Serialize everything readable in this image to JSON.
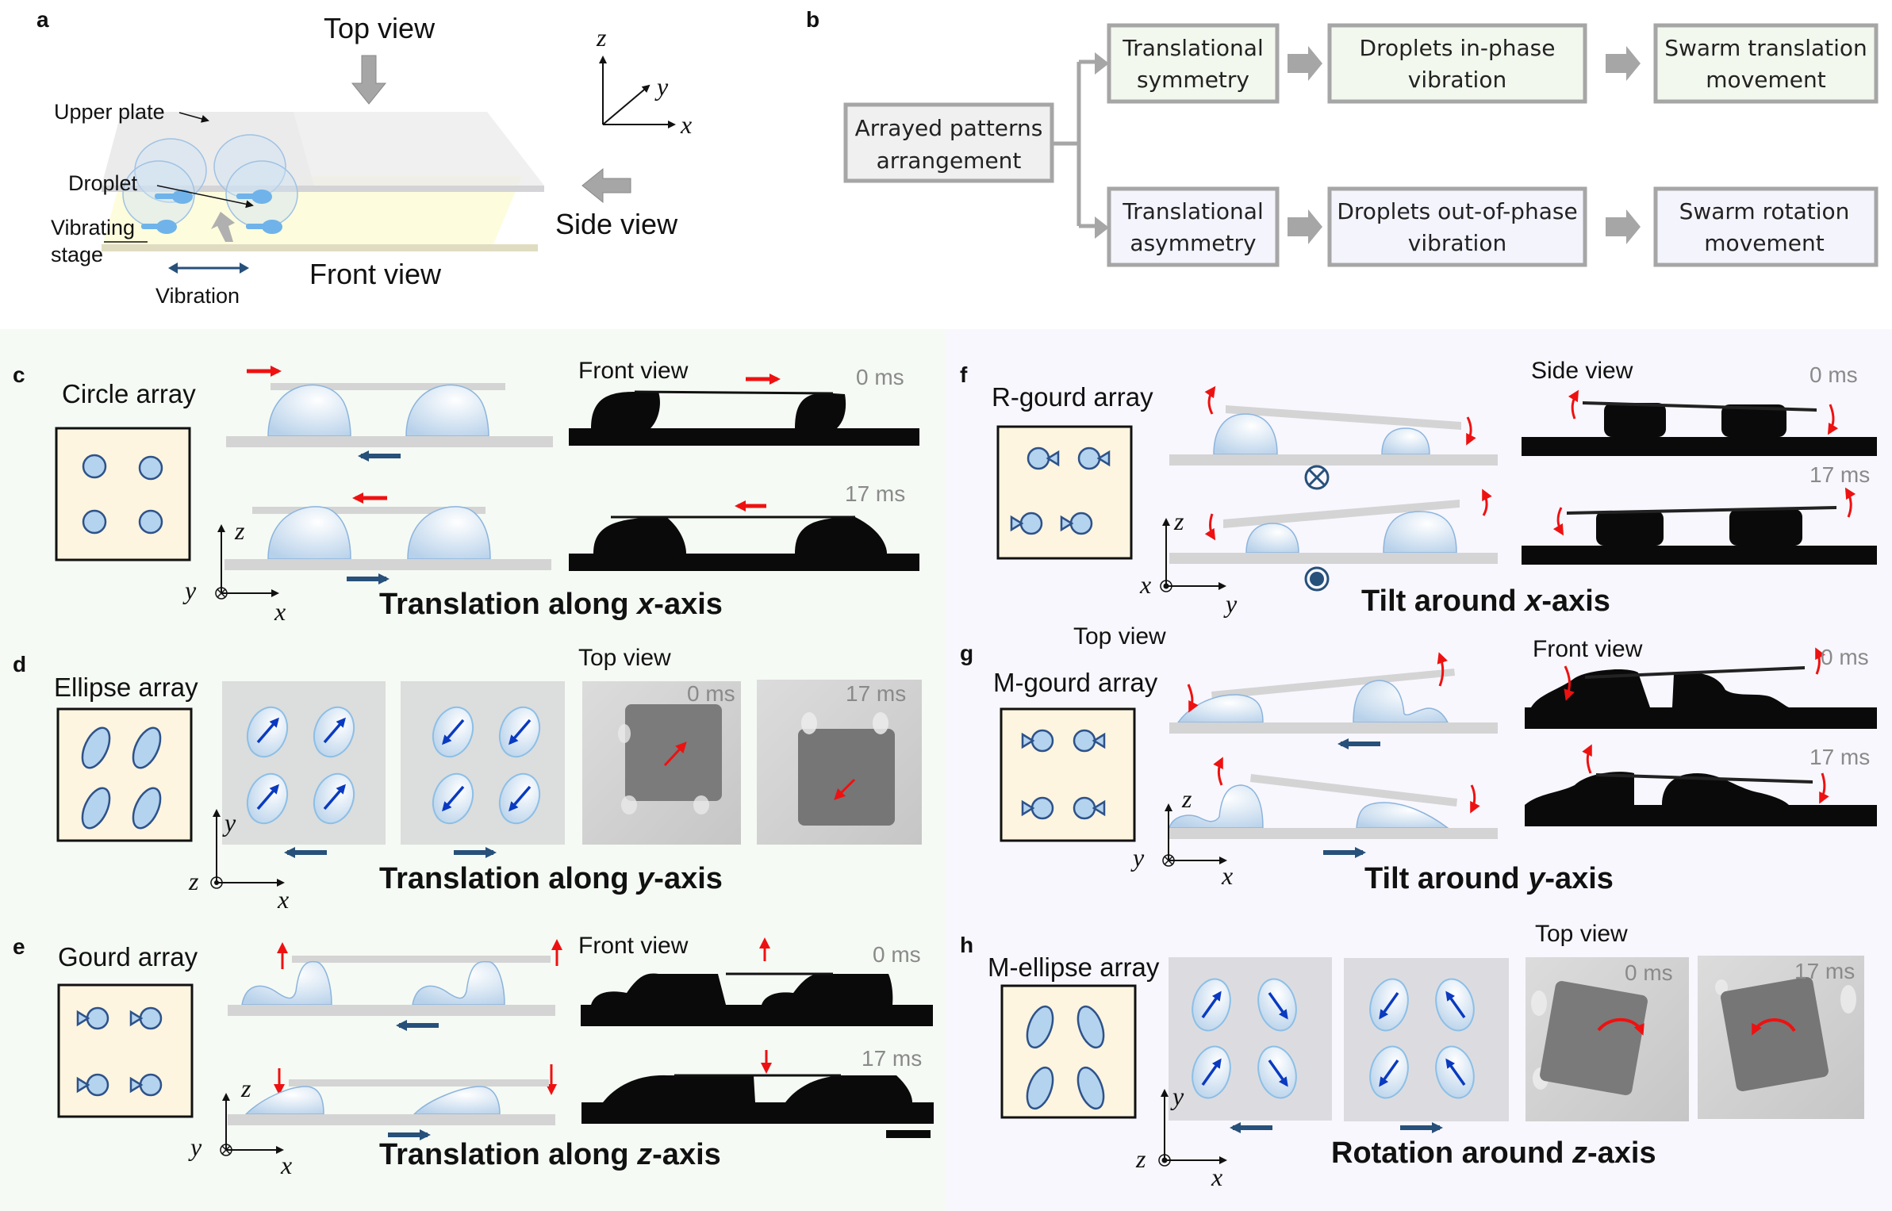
{
  "figure": {
    "panel_a": {
      "letter": "a",
      "top_view": "Top view",
      "side_view": "Side view",
      "front_view": "Front view",
      "upper_plate": "Upper plate",
      "droplet": "Droplet",
      "vibrating_stage_line1": "Vibrating",
      "vibrating_stage_line2": "stage",
      "vibration": "Vibration",
      "axes": {
        "z": "z",
        "y": "y",
        "x": "x"
      }
    },
    "panel_b": {
      "letter": "b",
      "root": {
        "line1": "Arrayed patterns",
        "line2": "arrangement"
      },
      "top_row": [
        {
          "line1": "Translational",
          "line2": "symmetry"
        },
        {
          "line1": "Droplets in-phase",
          "line2": "vibration"
        },
        {
          "line1": "Swarm translation",
          "line2": "movement"
        }
      ],
      "bottom_row": [
        {
          "line1": "Translational",
          "line2": "asymmetry"
        },
        {
          "line1": "Droplets out-of-phase",
          "line2": "vibration"
        },
        {
          "line1": "Swarm rotation",
          "line2": "movement"
        }
      ],
      "colors": {
        "top_fill": "#f2f8ee",
        "bottom_fill": "#f4f4fd",
        "root_fill": "#f0f0f0",
        "border": "#a6a6a6"
      }
    },
    "panels": {
      "c": {
        "letter": "c",
        "title": "Circle array",
        "view": "Front view",
        "t0": "0 ms",
        "t1": "17 ms",
        "caption_pre": "Translation along ",
        "caption_axis": "x",
        "caption_post": "-axis",
        "axes": {
          "v": "z",
          "o": "y",
          "h": "x"
        }
      },
      "d": {
        "letter": "d",
        "title": "Ellipse array",
        "view": "Top view",
        "t0": "0 ms",
        "t1": "17 ms",
        "caption_pre": "Translation along ",
        "caption_axis": "y",
        "caption_post": "-axis",
        "axes": {
          "v": "y",
          "o": "z",
          "h": "x"
        }
      },
      "e": {
        "letter": "e",
        "title": "Gourd array",
        "view": "Front view",
        "t0": "0 ms",
        "t1": "17 ms",
        "caption_pre": "Translation along ",
        "caption_axis": "z",
        "caption_post": "-axis",
        "axes": {
          "v": "z",
          "o": "y",
          "h": "x"
        }
      },
      "f": {
        "letter": "f",
        "title": "R-gourd array",
        "view": "Side view",
        "t0": "0 ms",
        "t1": "17 ms",
        "caption_pre": "Tilt around ",
        "caption_axis": "x",
        "caption_post": "-axis",
        "axes": {
          "v": "z",
          "o": "x",
          "h": "y"
        }
      },
      "g": {
        "letter": "g",
        "title": "M-gourd array",
        "top_view": "Top view",
        "view": "Front view",
        "t0": "0 ms",
        "t1": "17 ms",
        "caption_pre": "Tilt around ",
        "caption_axis": "y",
        "caption_post": "-axis",
        "axes": {
          "v": "z",
          "o": "y",
          "h": "x"
        }
      },
      "h": {
        "letter": "h",
        "title": "M-ellipse array",
        "view": "Top view",
        "t0": "0 ms",
        "t1": "17 ms",
        "caption_pre": "Rotation around ",
        "caption_axis": "z",
        "caption_post": "-axis",
        "axes": {
          "v": "y",
          "o": "z",
          "h": "x"
        }
      }
    },
    "colors": {
      "left_bg": "#f5faf4",
      "right_bg": "#f8f7fd",
      "pattern_bg": "#fdf5df",
      "droplet_fill": "#b3d3ee",
      "droplet_stroke": "#2e528a",
      "stage_arrow": "#27507a",
      "plate_arrow": "#ee1111",
      "vector_arrow": "#0a3ac0"
    }
  }
}
